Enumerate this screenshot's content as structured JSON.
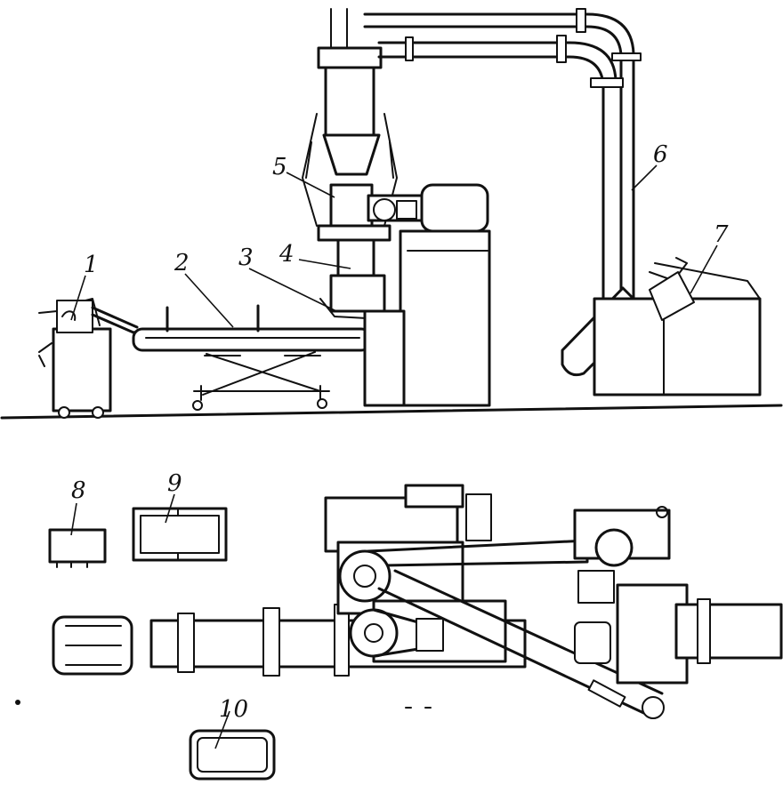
{
  "diagram": {
    "callouts": [
      {
        "id": "1",
        "text": "1"
      },
      {
        "id": "2",
        "text": "2"
      },
      {
        "id": "3",
        "text": "3"
      },
      {
        "id": "4",
        "text": "4"
      },
      {
        "id": "5",
        "text": "5"
      },
      {
        "id": "6",
        "text": "6"
      },
      {
        "id": "7",
        "text": "7"
      },
      {
        "id": "8",
        "text": "8"
      },
      {
        "id": "9",
        "text": "9"
      },
      {
        "id": "10",
        "text": "10"
      }
    ]
  },
  "colors": {
    "ink": "#111111",
    "paper": "#ffffff"
  }
}
